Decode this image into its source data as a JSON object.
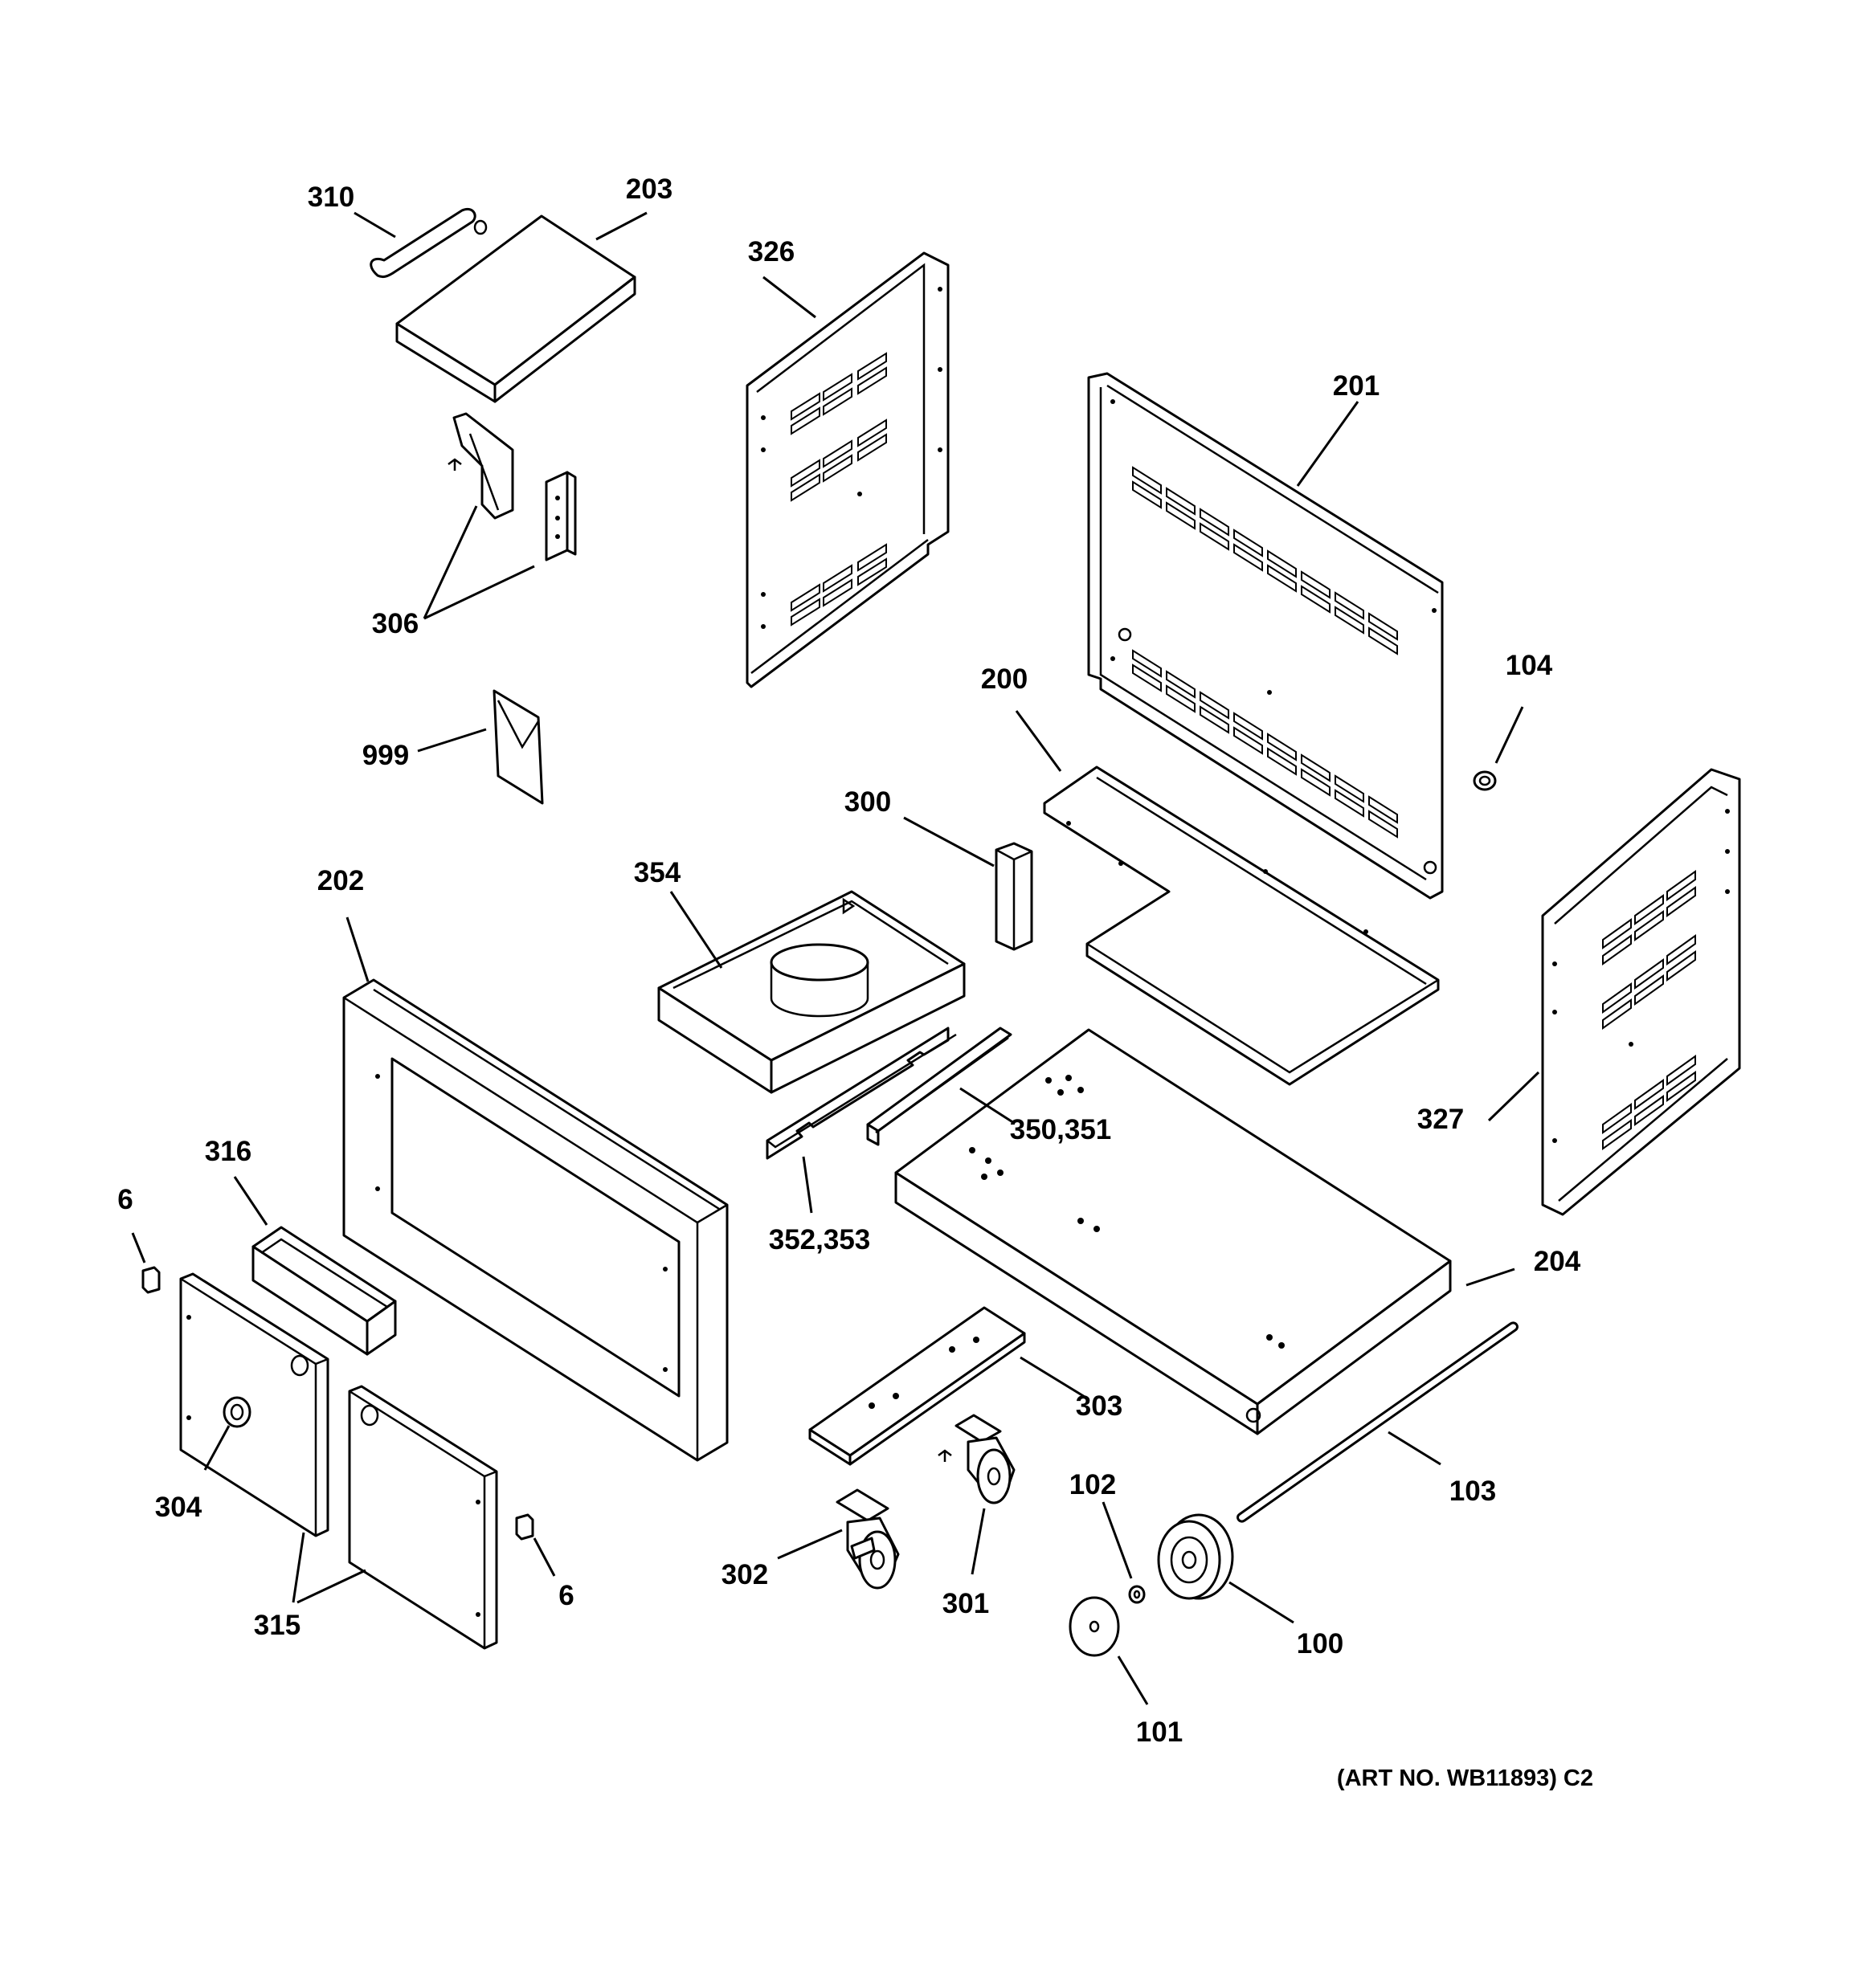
{
  "callouts": {
    "c310": "310",
    "c203": "203",
    "c326": "326",
    "c201": "201",
    "c306": "306",
    "c999": "999",
    "c200": "200",
    "c104": "104",
    "c300": "300",
    "c354": "354",
    "c202": "202",
    "c327": "327",
    "c350": "350,351",
    "c352": "352,353",
    "c316": "316",
    "c6a": "6",
    "c204": "204",
    "c303": "303",
    "c304": "304",
    "c102": "102",
    "c103": "103",
    "c302": "302",
    "c301": "301",
    "c6b": "6",
    "c315": "315",
    "c100": "100",
    "c101": "101"
  },
  "art_number": "(ART NO. WB11893) C2"
}
